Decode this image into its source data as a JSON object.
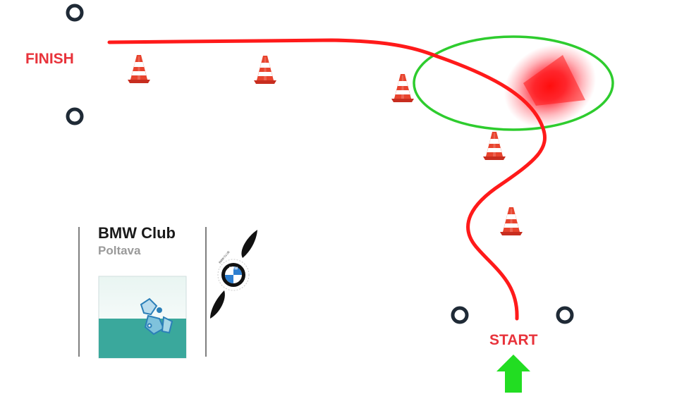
{
  "labels": {
    "finish": "FINISH",
    "start": "START"
  },
  "logo": {
    "title": "BMW Club",
    "subtitle": "Poltava",
    "emblem_text": "BMW",
    "ring_text": "BMW CLUB"
  },
  "colors": {
    "route": "#ff1a1a",
    "label_red": "#e8333b",
    "zone_outline": "#2ecc2e",
    "start_arrow": "#22dd22",
    "cone_orange": "#e8442e",
    "tire": "#1f2a36",
    "logo_teal": "#3aa89c",
    "bmw_blue": "#2e7fd0"
  },
  "icons": {
    "cone": "traffic-cone-icon",
    "tire": "tire-marker-icon",
    "arrow": "arrow-up-icon"
  }
}
